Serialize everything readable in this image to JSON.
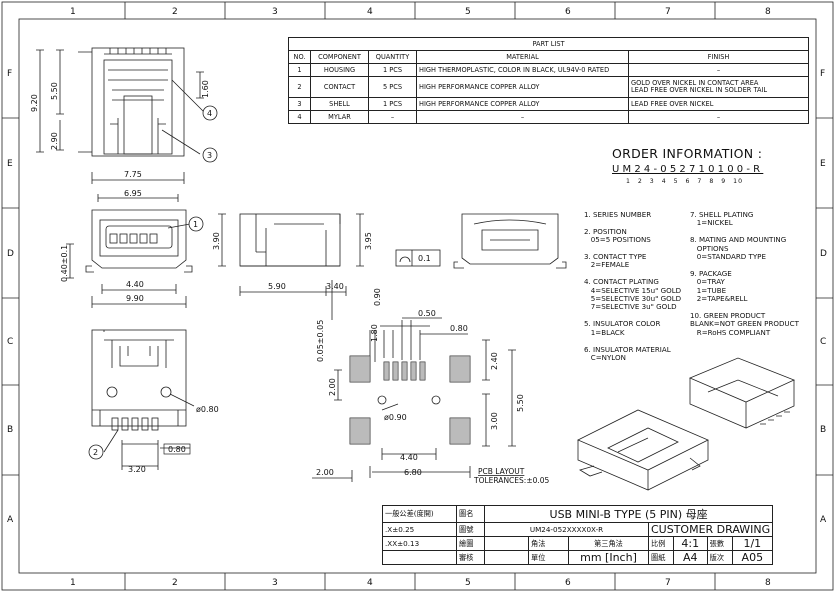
{
  "grid": {
    "columns": [
      "1",
      "2",
      "3",
      "4",
      "5",
      "6",
      "7",
      "8"
    ],
    "rows": [
      "F",
      "E",
      "D",
      "C",
      "B",
      "A"
    ]
  },
  "parts_list": {
    "title": "PART LIST",
    "headers": [
      "NO.",
      "COMPONENT",
      "QUANTITY",
      "MATERIAL",
      "FINISH"
    ],
    "rows": [
      {
        "no": "1",
        "component": "HOUSING",
        "quantity": "1 PCS",
        "material": "HIGH THERMOPLASTIC, COLOR IN BLACK, UL94V-0 RATED",
        "finish": "–"
      },
      {
        "no": "2",
        "component": "CONTACT",
        "quantity": "5 PCS",
        "material": "HIGH PERFORMANCE COPPER ALLOY",
        "finish": "GOLD OVER NICKEL IN CONTACT AREA",
        "finish2": "LEAD FREE OVER NICKEL IN SOLDER TAIL"
      },
      {
        "no": "3",
        "component": "SHELL",
        "quantity": "1 PCS",
        "material": "HIGH PERFORMANCE COPPER ALLOY",
        "finish": "LEAD FREE OVER NICKEL"
      },
      {
        "no": "4",
        "component": "MYLAR",
        "quantity": "–",
        "material": "–",
        "finish": "–"
      }
    ]
  },
  "order": {
    "title": "ORDER INFORMATION :",
    "code": "UM24-052710100-R",
    "indices": "1 2 3 4 5 6 7 8 9 10",
    "left_list": "1. SERIES NUMBER\n\n2. POSITION\n   05=5 POSITIONS\n\n3. CONTACT TYPE\n   2=FEMALE\n\n4. CONTACT PLATING\n   4=SELECTIVE 15u\" GOLD\n   5=SELECTIVE 30u\" GOLD\n   7=SELECTIVE 3u\" GOLD\n\n5. INSULATOR COLOR\n   1=BLACK\n\n6. INSULATOR MATERIAL\n   C=NYLON",
    "right_list": "7. SHELL PLATING\n   1=NICKEL\n\n8. MATING AND MOUNTING\n   OPTIONS\n   0=STANDARD TYPE\n\n9. PACKAGE\n   0=TRAY\n   1=TUBE\n   2=TAPE&RELL\n\n10. GREEN PRODUCT\nBLANK=NOT GREEN PRODUCT\n   R=RoHS COMPLIANT"
  },
  "dims": {
    "d920": "9.20",
    "d550": "5.50",
    "d160": "1.60",
    "d290": "2.90",
    "d775": "7.75",
    "d695": "6.95",
    "d040": "0.40±0.1",
    "d440": "4.40",
    "d990": "9.90",
    "d390": "3.90",
    "d395": "3.95",
    "d01": "0.1",
    "d590": "5.90",
    "d340": "3.40",
    "d090": "0.90",
    "d005": "0.05±0.05",
    "d050": "0.50",
    "d180": "1.80",
    "d080a": "0.80",
    "d240": "2.40",
    "d200": "2.00",
    "d090b": "ø0.90",
    "d300": "3.00",
    "d550b": "5.50",
    "d440b": "4.40",
    "d200b": "2.00",
    "d680": "6.80",
    "d080d": "ø0.80",
    "d080c": "0.80",
    "d320": "3.20"
  },
  "balloons": [
    "1",
    "2",
    "3",
    "4"
  ],
  "pcb": {
    "title": "PCB LAYOUT",
    "tol": "TOLERANCES:±0.05"
  },
  "title_block": {
    "gen_tol": "一般公差(度開)",
    "tol1": ".X±0.25",
    "tol2": ".XX±0.13",
    "l_name": "圖名",
    "l_no": "圖號",
    "l_draw": "繪圖",
    "l_check": "審核",
    "name": "USB MINI-B TYPE (5 PIN) 母座",
    "part_no": "UM24-052XXXX0X-R",
    "customer": "CUSTOMER DRAWING",
    "angle": "角法",
    "angle_val": "第三角法",
    "unit": "單位",
    "unit_val": "mm [Inch]",
    "scale_l": "比例",
    "scale": "4:1",
    "sheet_l": "張數",
    "sheet": "1/1",
    "paper_l": "圖紙",
    "paper": "A4",
    "ver_l": "版次",
    "ver": "A05"
  }
}
